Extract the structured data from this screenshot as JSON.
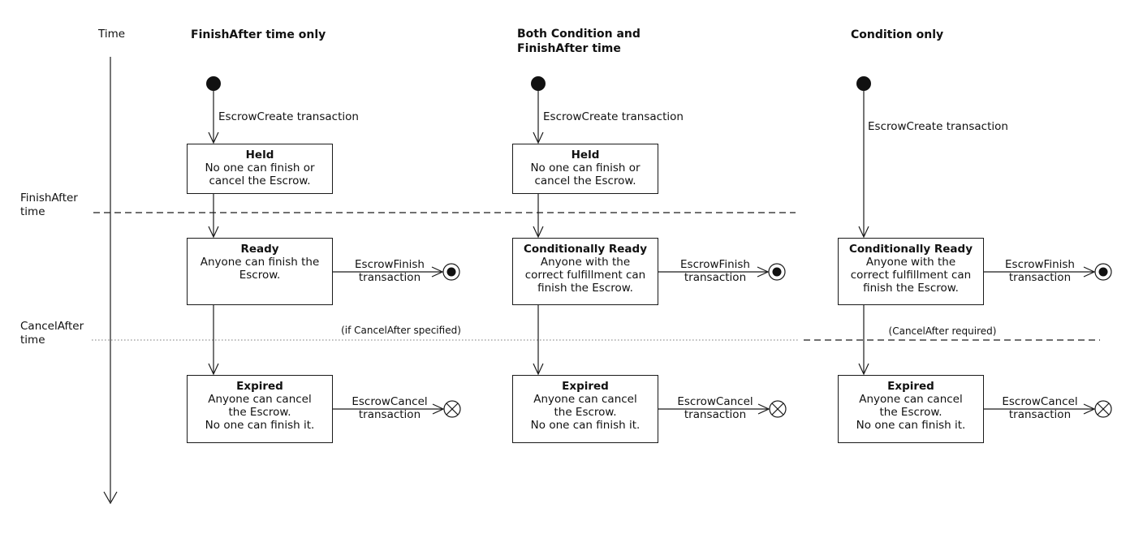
{
  "time_axis_label": "Time",
  "markers": {
    "finish_after": [
      "FinishAfter",
      "time"
    ],
    "cancel_after": [
      "CancelAfter",
      "time"
    ]
  },
  "annotations": {
    "cancel_after_optional": "(if CancelAfter specified)",
    "cancel_after_required": "(CancelAfter required)"
  },
  "columns": [
    {
      "title_lines": [
        "FinishAfter time only"
      ],
      "create_label": "EscrowCreate transaction",
      "states": [
        {
          "title": "Held",
          "lines": [
            "No one can finish or",
            "cancel the Escrow."
          ]
        },
        {
          "title": "Ready",
          "lines": [
            "Anyone can finish the",
            "Escrow."
          ]
        },
        {
          "title": "Expired",
          "lines": [
            "Anyone can cancel",
            "the Escrow.",
            "No one can finish it."
          ]
        }
      ],
      "finish_label": [
        "EscrowFinish",
        "transaction"
      ],
      "cancel_label": [
        "EscrowCancel",
        "transaction"
      ]
    },
    {
      "title_lines": [
        "Both Condition and",
        "FinishAfter time"
      ],
      "create_label": "EscrowCreate transaction",
      "states": [
        {
          "title": "Held",
          "lines": [
            "No one can finish or",
            "cancel the Escrow."
          ]
        },
        {
          "title": "Conditionally Ready",
          "lines": [
            "Anyone with the",
            "correct fulfillment can",
            "finish the Escrow."
          ]
        },
        {
          "title": "Expired",
          "lines": [
            "Anyone can cancel",
            "the Escrow.",
            "No one can finish it."
          ]
        }
      ],
      "finish_label": [
        "EscrowFinish",
        "transaction"
      ],
      "cancel_label": [
        "EscrowCancel",
        "transaction"
      ]
    },
    {
      "title_lines": [
        "Condition only"
      ],
      "create_label": "EscrowCreate transaction",
      "states": [
        {
          "title": "Conditionally Ready",
          "lines": [
            "Anyone with the",
            "correct fulfillment can",
            "finish the Escrow."
          ]
        },
        {
          "title": "Expired",
          "lines": [
            "Anyone can cancel",
            "the Escrow.",
            "No one can finish it."
          ]
        }
      ],
      "finish_label": [
        "EscrowFinish",
        "transaction"
      ],
      "cancel_label": [
        "EscrowCancel",
        "transaction"
      ]
    }
  ],
  "icons": {
    "initial_state": "filled-black-circle",
    "final_state": "circled-black-dot",
    "terminate": "circled-x",
    "arrowhead": "open-v"
  },
  "colors": {
    "line": "#1a1a1a",
    "text": "#111111",
    "dotted_line": "#aaaaaa",
    "background": "#ffffff"
  }
}
